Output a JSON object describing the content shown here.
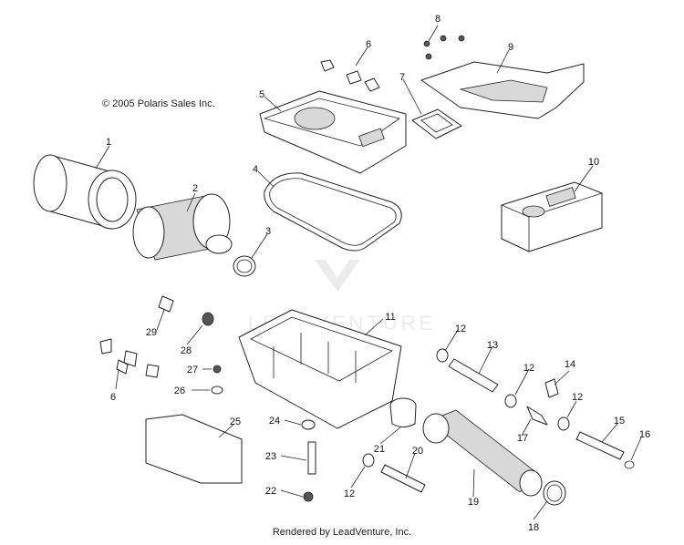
{
  "copyright": "© 2005 Polaris Sales Inc.",
  "footer": "Rendered by LeadVenture, Inc.",
  "watermark": "LEADVENTURE",
  "callouts": {
    "c1": "1",
    "c2": "2",
    "c3": "3",
    "c4": "4",
    "c5": "5",
    "c6a": "6",
    "c6b": "6",
    "c7": "7",
    "c8": "8",
    "c9": "9",
    "c10": "10",
    "c11": "11",
    "c12a": "12",
    "c12b": "12",
    "c12c": "12",
    "c12d": "12",
    "c13": "13",
    "c14": "14",
    "c15": "15",
    "c16": "16",
    "c17": "17",
    "c18": "18",
    "c19": "19",
    "c20": "20",
    "c21": "21",
    "c22": "22",
    "c23": "23",
    "c24": "24",
    "c25": "25",
    "c26": "26",
    "c27": "27",
    "c28": "28",
    "c29": "29"
  }
}
